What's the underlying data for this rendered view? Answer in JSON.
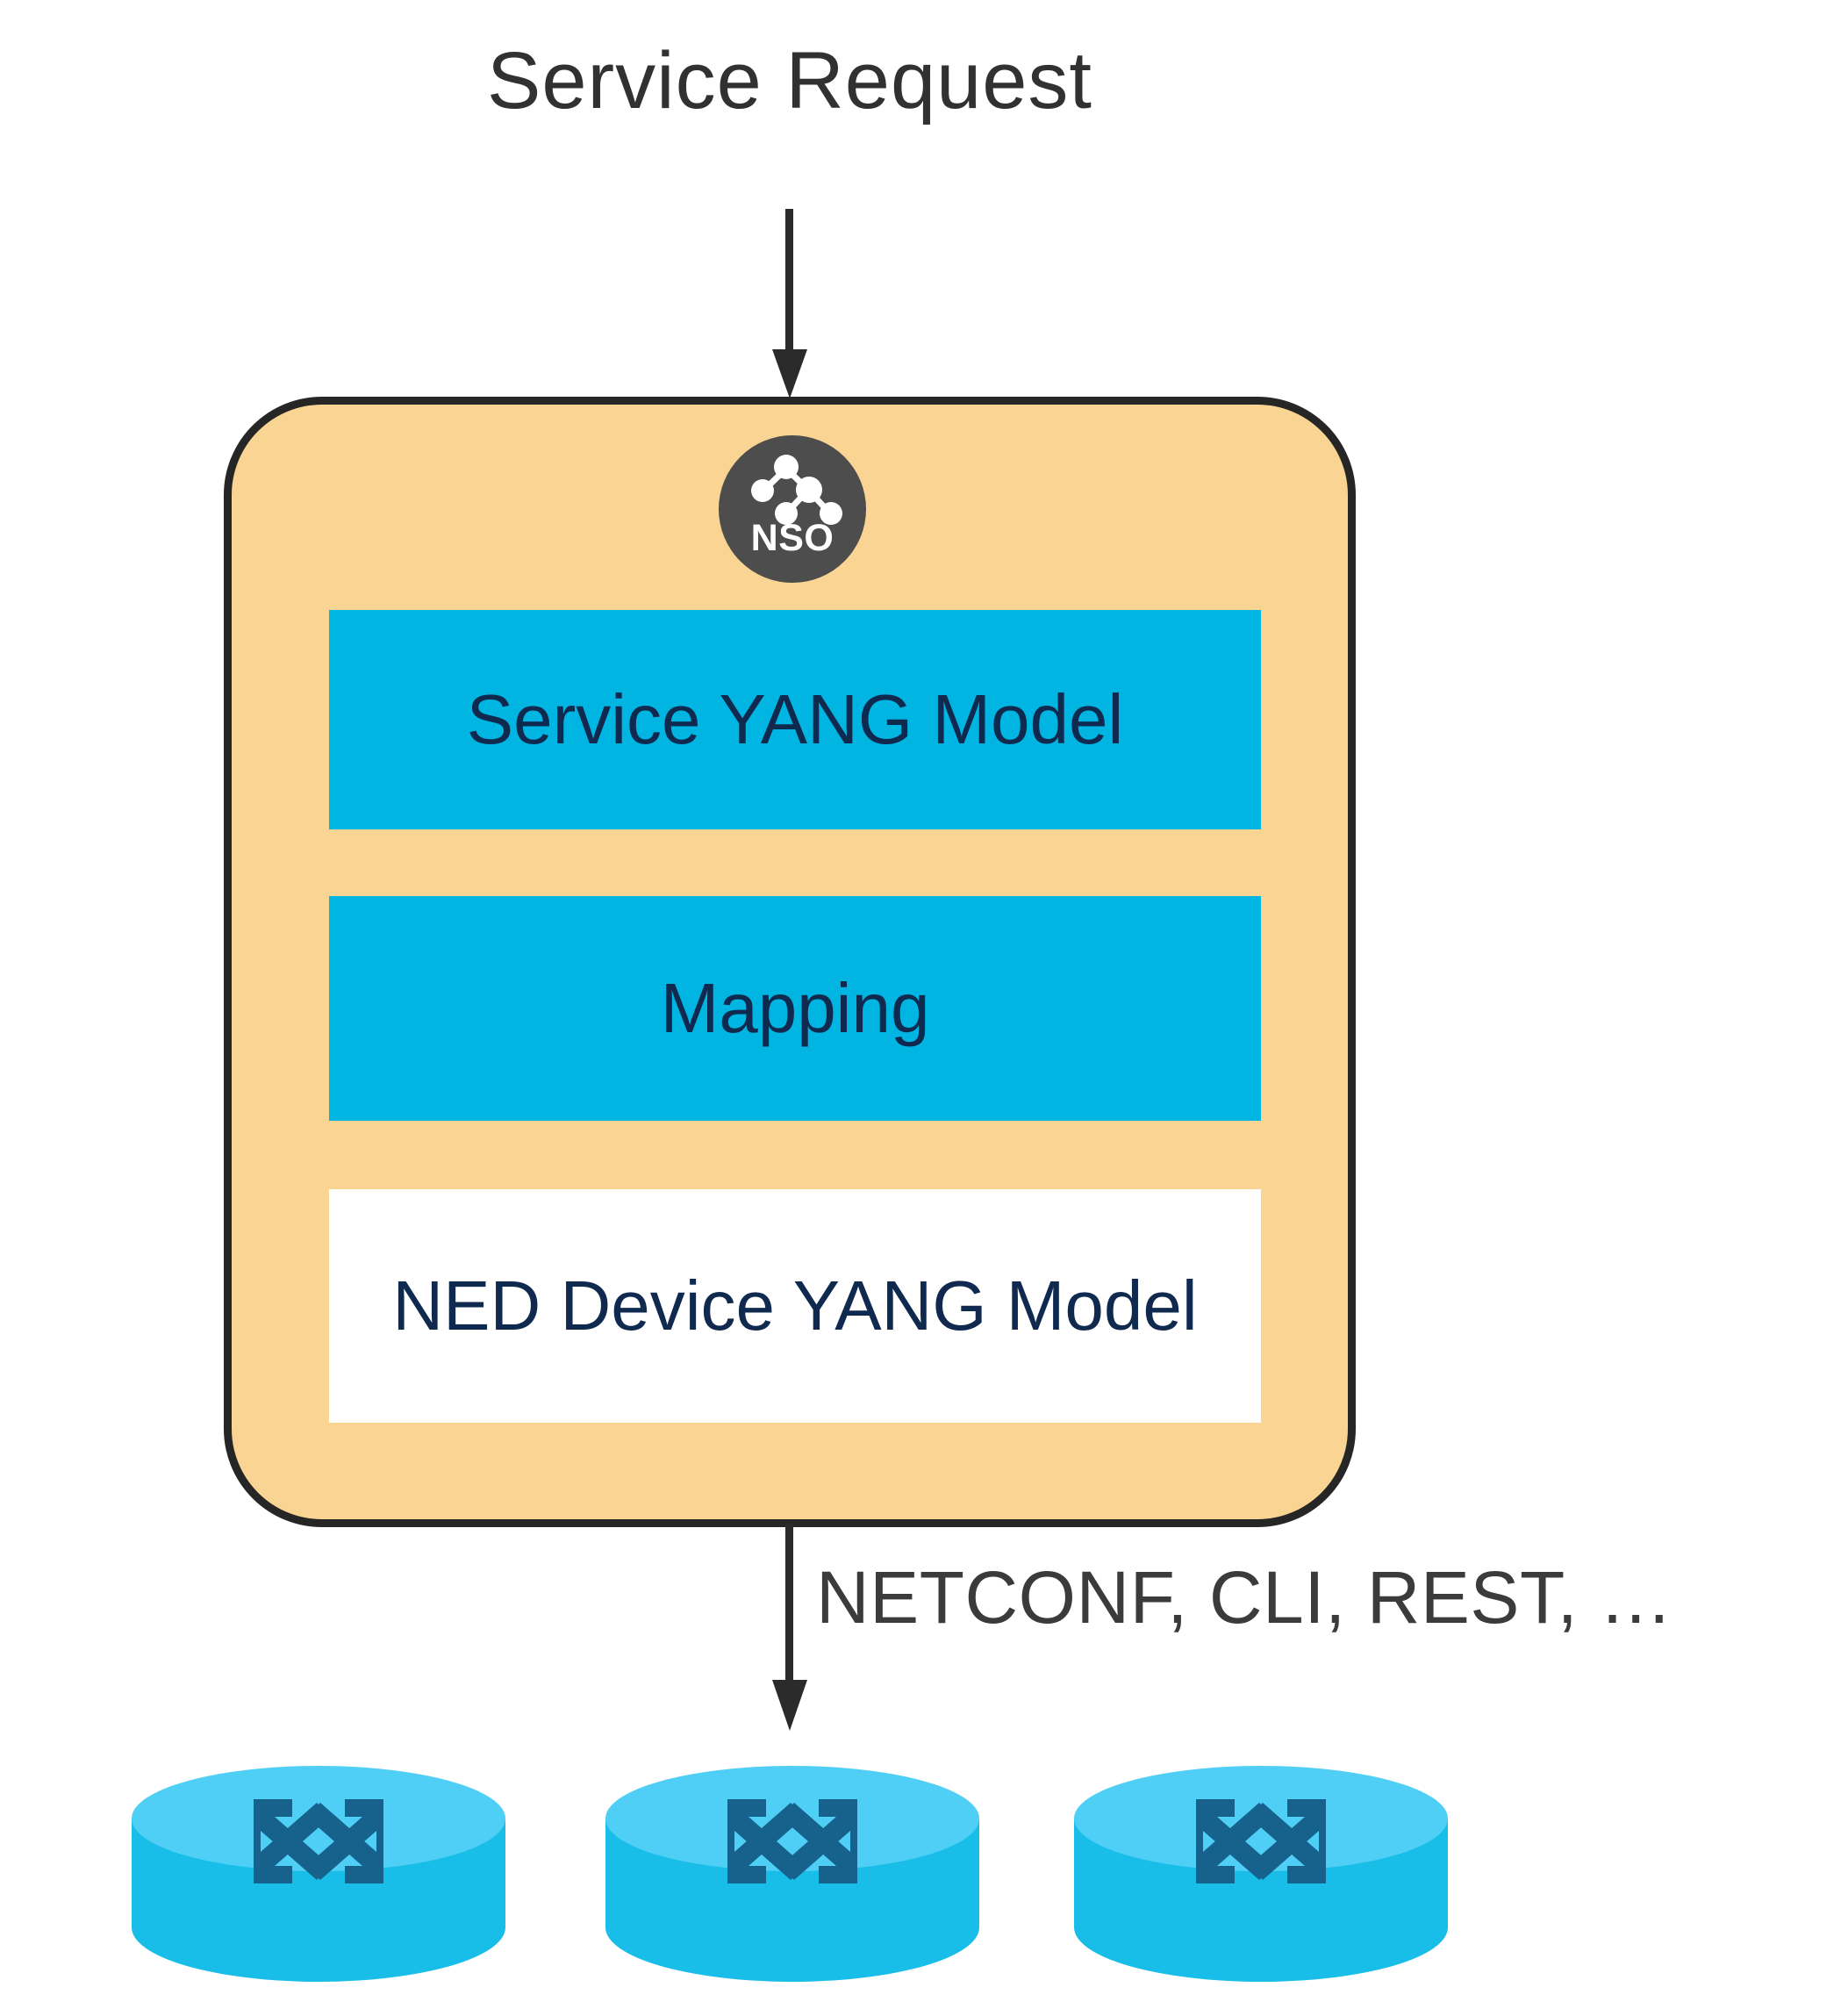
{
  "diagram": {
    "title": "Service Request",
    "colors": {
      "container_fill": "#fad492",
      "container_border": "#262626",
      "layer_blue": "#00b5e2",
      "layer_white": "#ffffff",
      "layer_text": "#10294e",
      "badge_circle": "#4d4d4d",
      "badge_text": "#ffffff",
      "arrow": "#2b2b2b",
      "title_text": "#313131",
      "router_top": "#4fcff5",
      "router_body": "#18bee8",
      "router_glyph": "#17628c"
    },
    "top_arrow": {
      "label": "arrow-down",
      "from": "Service Request",
      "to": "NSO container"
    },
    "nso_badge": {
      "label": "NSO",
      "icon": "node-tree-icon"
    },
    "layers": [
      {
        "id": "service-yang-model",
        "label": "Service YANG Model",
        "fill": "#00b5e2"
      },
      {
        "id": "mapping",
        "label": "Mapping",
        "fill": "#00b5e2"
      },
      {
        "id": "ned-device-yang-model",
        "label": "NED Device YANG Model",
        "fill": "#ffffff"
      }
    ],
    "bottom_arrow": {
      "label": "arrow-down",
      "protocols": "NETCONF, CLI, REST, …"
    },
    "devices": [
      {
        "id": "router-1",
        "icon": "router-icon"
      },
      {
        "id": "router-2",
        "icon": "router-icon"
      },
      {
        "id": "router-3",
        "icon": "router-icon"
      }
    ]
  }
}
